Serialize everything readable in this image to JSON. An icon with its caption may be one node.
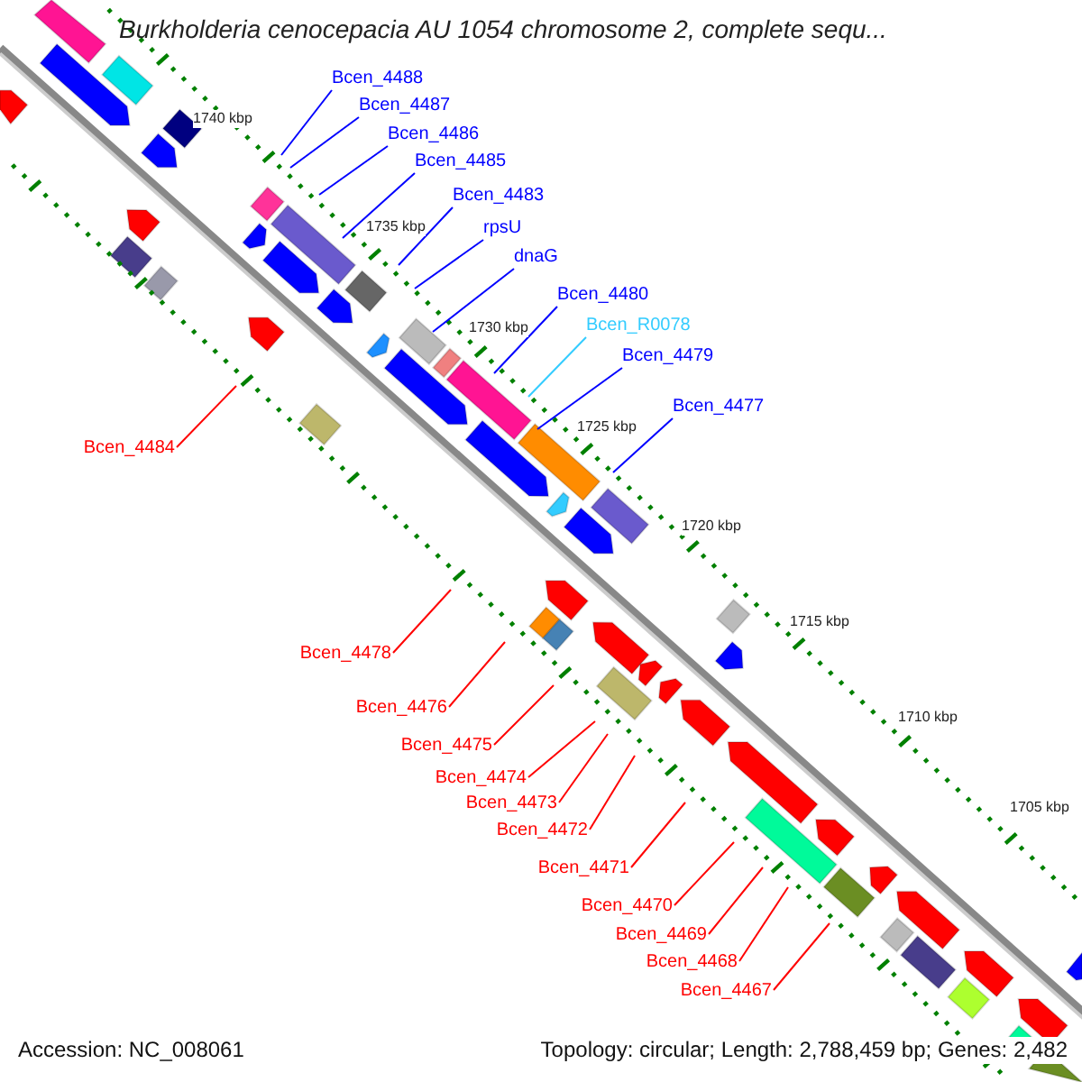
{
  "diagram": {
    "title": "Burkholderia cenocepacia AU 1054 chromosome 2, complete sequ...",
    "nodes": [
      {
        "text": [
          "Bcen_4488"
        ]
      },
      {
        "text": [
          "Bcen_4487"
        ]
      },
      {
        "text": [
          "Bcen_4486"
        ]
      },
      {
        "text": [
          "Bcen_4485"
        ]
      },
      {
        "text": [
          "Bcen_4483"
        ]
      },
      {
        "text": [
          "rpsU"
        ]
      },
      {
        "text": [
          "dnaG"
        ]
      },
      {
        "text": [
          "Bcen_4480"
        ]
      },
      {
        "text": [
          "Bcen_R0078"
        ]
      },
      {
        "text": [
          "Bcen_4479"
        ]
      },
      {
        "text": [
          "Bcen_4477"
        ]
      },
      {
        "text": [
          "Bcen_4484"
        ]
      },
      {
        "text": [
          "Bcen_4478"
        ]
      },
      {
        "text": [
          "Bcen_4476"
        ]
      },
      {
        "text": [
          "Bcen_4475"
        ]
      },
      {
        "text": [
          "Bcen_4474"
        ]
      },
      {
        "text": [
          "Bcen_4473"
        ]
      },
      {
        "text": [
          "Bcen_4472"
        ]
      },
      {
        "text": [
          "Bcen_4471"
        ]
      },
      {
        "text": [
          "Bcen_4470"
        ]
      },
      {
        "text": [
          "Bcen_4469"
        ]
      },
      {
        "text": [
          "Bcen_4468"
        ]
      },
      {
        "text": [
          "Bcen_4467"
        ]
      }
    ],
    "edges": [
      {
        "from": 0,
        "to": null,
        "arrow": "none",
        "color": "#0000ff"
      },
      {
        "from": 1,
        "to": null,
        "arrow": "none",
        "color": "#0000ff"
      },
      {
        "from": 2,
        "to": null,
        "arrow": "none",
        "color": "#0000ff"
      },
      {
        "from": 3,
        "to": null,
        "arrow": "none",
        "color": "#0000ff"
      },
      {
        "from": 4,
        "to": null,
        "arrow": "none",
        "color": "#0000ff"
      },
      {
        "from": 5,
        "to": null,
        "arrow": "none",
        "color": "#0000ff"
      },
      {
        "from": 6,
        "to": null,
        "arrow": "none",
        "color": "#0000ff"
      },
      {
        "from": 7,
        "to": null,
        "arrow": "none",
        "color": "#0000ff"
      },
      {
        "from": 8,
        "to": null,
        "arrow": "none",
        "color": "#33ccff"
      },
      {
        "from": 9,
        "to": null,
        "arrow": "none",
        "color": "#0000ff"
      },
      {
        "from": 10,
        "to": null,
        "arrow": "none",
        "color": "#0000ff"
      },
      {
        "from": 11,
        "to": null,
        "arrow": "none",
        "color": "#ff0000"
      },
      {
        "from": 12,
        "to": null,
        "arrow": "none",
        "color": "#ff0000"
      },
      {
        "from": 13,
        "to": null,
        "arrow": "none",
        "color": "#ff0000"
      },
      {
        "from": 14,
        "to": null,
        "arrow": "none",
        "color": "#ff0000"
      },
      {
        "from": 15,
        "to": null,
        "arrow": "none",
        "color": "#ff0000"
      },
      {
        "from": 16,
        "to": null,
        "arrow": "none",
        "color": "#ff0000"
      },
      {
        "from": 17,
        "to": null,
        "arrow": "none",
        "color": "#ff0000"
      },
      {
        "from": 18,
        "to": null,
        "arrow": "none",
        "color": "#ff0000"
      },
      {
        "from": 19,
        "to": null,
        "arrow": "none",
        "color": "#ff0000"
      },
      {
        "from": 20,
        "to": null,
        "arrow": "none",
        "color": "#ff0000"
      },
      {
        "from": 21,
        "to": null,
        "arrow": "none",
        "color": "#ff0000"
      },
      {
        "from": 22,
        "to": null,
        "arrow": "none",
        "color": "#ff0000"
      }
    ],
    "labels": [
      "1740 kbp",
      "1735 kbp",
      "1730 kbp",
      "1725 kbp",
      "1720 kbp",
      "1715 kbp",
      "1710 kbp",
      "1705 kbp",
      "Accession: NC_008061",
      "Topology: circular; Length: 2,788,459 bp; Genes: 2,482"
    ]
  }
}
